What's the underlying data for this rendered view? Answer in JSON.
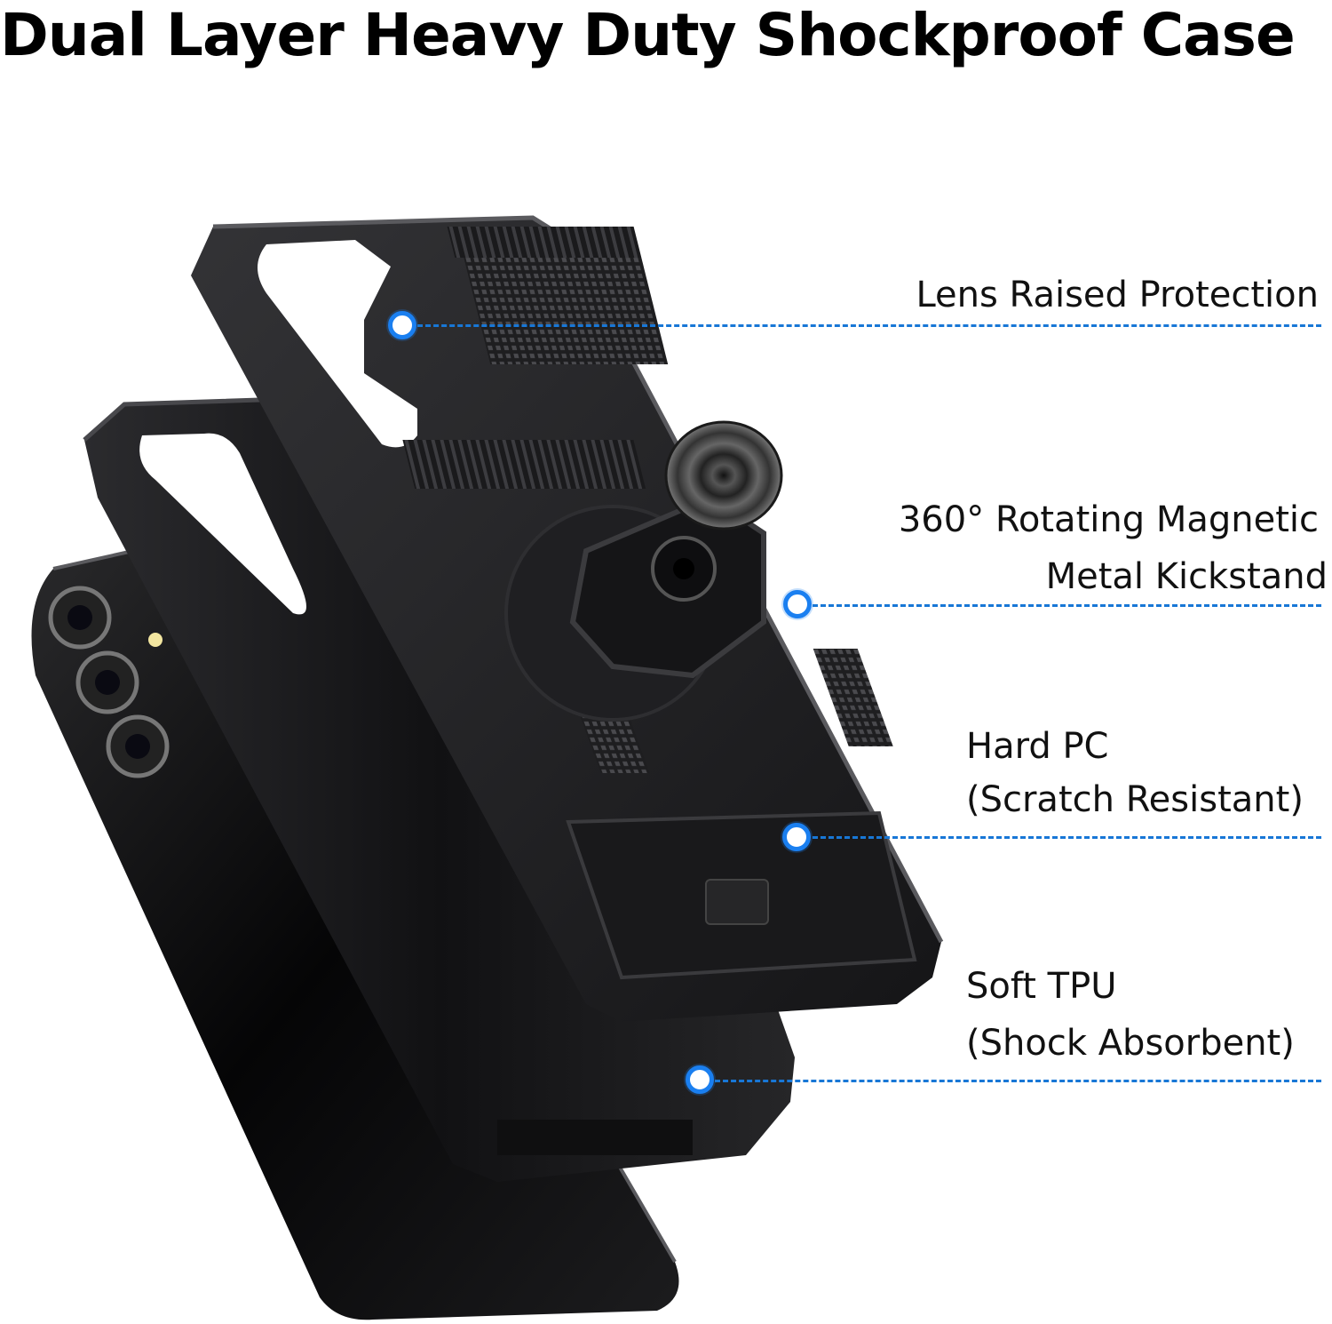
{
  "headline": "Dual Layer Heavy Duty Shockproof Case",
  "callouts": {
    "lens": {
      "line1": "Lens Raised Protection"
    },
    "kickstand": {
      "line1": "360° Rotating Magnetic",
      "line2": "Metal Kickstand"
    },
    "hard_pc": {
      "line1": "Hard PC",
      "line2": "(Scratch Resistant)"
    },
    "soft_tpu": {
      "line1": "Soft TPU",
      "line2": "(Shock Absorbent)"
    }
  },
  "colors": {
    "accent": "#1a7ff0",
    "case": "#1c1c1e",
    "phone_body": "#0d0d0f"
  },
  "icons": [
    "phone-illustration",
    "case-illustration",
    "ring-kickstand-illustration",
    "card-slot-illustration"
  ]
}
